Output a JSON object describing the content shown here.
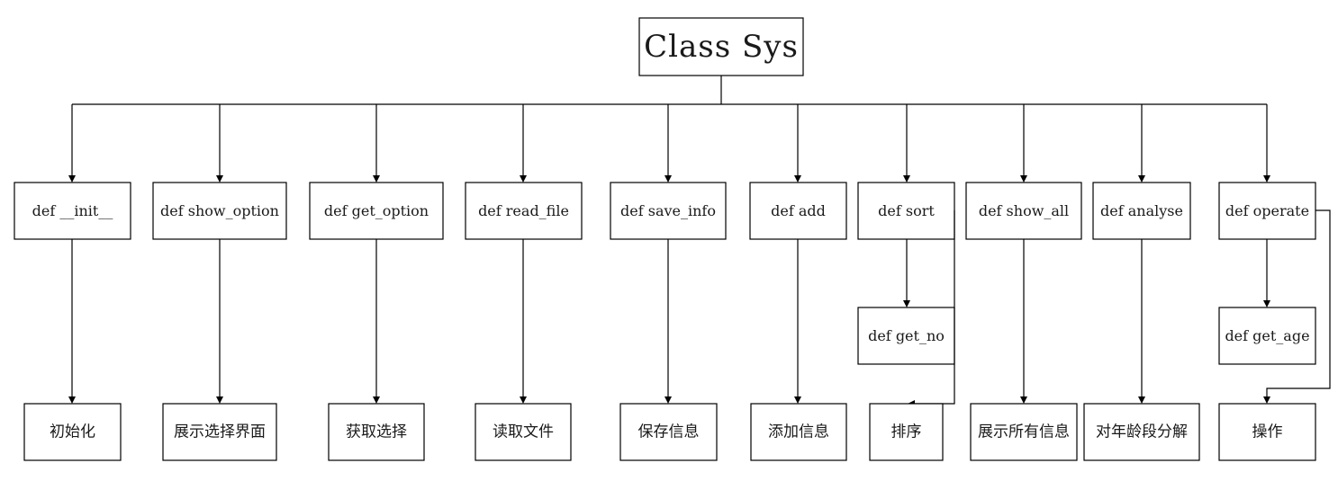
{
  "root": {
    "label": "Class Sys"
  },
  "methods": [
    {
      "name": "def __init__",
      "description": "初始化"
    },
    {
      "name": "def show_option",
      "description": "展示选择界面"
    },
    {
      "name": "def get_option",
      "description": "获取选择"
    },
    {
      "name": "def read_file",
      "description": "读取文件"
    },
    {
      "name": "def save_info",
      "description": "保存信息"
    },
    {
      "name": "def add",
      "description": "添加信息"
    },
    {
      "name": "def sort",
      "sub": "def get_no",
      "description": "排序"
    },
    {
      "name": "def show_all",
      "description": "展示所有信息"
    },
    {
      "name": "def analyse",
      "description": "对年龄段分解"
    },
    {
      "name": "def operate",
      "sub": "def get_age",
      "description": "操作"
    }
  ]
}
